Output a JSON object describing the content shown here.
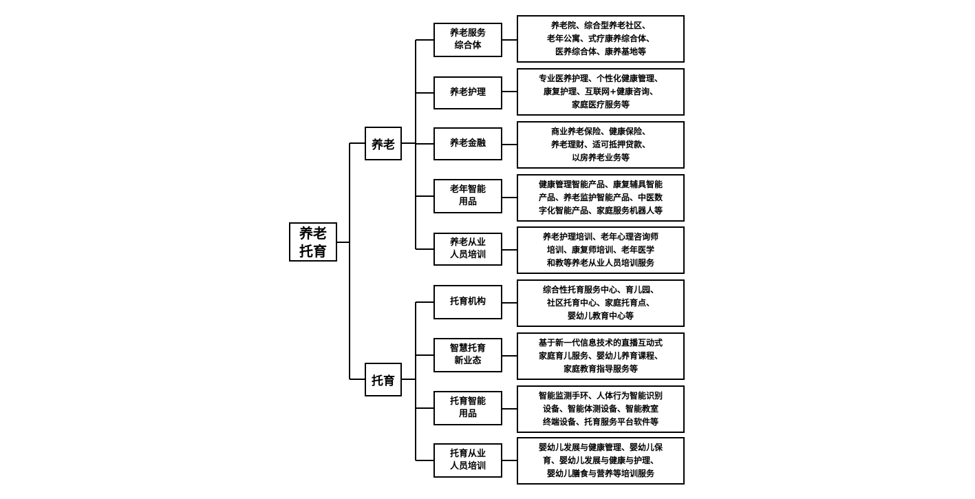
{
  "root": {
    "label": "养老\n托育"
  },
  "branches": [
    {
      "label": "养老",
      "items": [
        {
          "label": "养老服务\n综合体",
          "detail": "养老院、综合型养老社区、\n老年公寓、式疗康养综合体、\n医养综合体、康养基地等"
        },
        {
          "label": "养老护理",
          "detail": "专业医养护理、个性化健康管理、\n康复护理、互联网+健康咨询、\n家庭医疗服务等"
        },
        {
          "label": "养老金融",
          "detail": "商业养老保险、健康保险、\n养老理财、适可抵押贷款、\n以房养老业务等"
        },
        {
          "label": "老年智能\n用品",
          "detail": "健康管理智能产品、康复辅具智能\n产品、养老监护智能产品、中医数\n字化智能产品、家庭服务机器人等"
        },
        {
          "label": "养老从业\n人员培训",
          "detail": "养老护理培训、老年心理咨询师\n培训、康复师培训、老年医学\n和教等养老从业人员培训服务"
        }
      ]
    },
    {
      "label": "托育",
      "items": [
        {
          "label": "托育机构",
          "detail": "综合性托育服务中心、育儿园、\n社区托育中心、家庭托育点、\n婴幼儿教育中心等"
        },
        {
          "label": "智慧托育\n新业态",
          "detail": "基于新一代信息技术的直播互动式\n家庭育儿服务、婴幼儿养育课程、\n家庭教育指导服务等"
        },
        {
          "label": "托育智能\n用品",
          "detail": "智能监测手环、人体行为智能识别\n设备、智能体测设备、智能教室\n终端设备、托育服务平台软件等"
        },
        {
          "label": "托育从业\n人员培训",
          "detail": "婴幼儿发展与健康管理、婴幼儿保\n育、婴幼儿发展与健康与护理、\n婴幼儿膳食与营养等培训服务"
        }
      ]
    }
  ]
}
